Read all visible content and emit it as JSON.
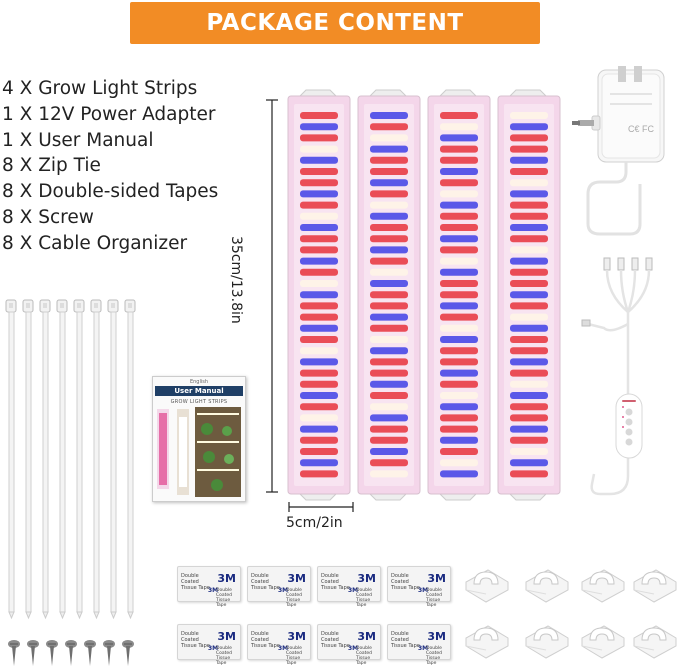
{
  "banner": {
    "title": "PACKAGE CONTENT"
  },
  "contents": [
    "4 X Grow Light Strips",
    "1 X 12V Power Adapter",
    "1 X User Manual",
    "8 X Zip Tie",
    "8 X Double-sided Tapes",
    "8 X Screw",
    "8 X Cable Organizer"
  ],
  "dimensions": {
    "length": "35cm/13.8in",
    "width": "5cm/2in"
  },
  "manual": {
    "language": "English",
    "title": "User Manual",
    "subtitle": "GROW LIGHT STRIPS"
  },
  "tape": {
    "brand": "3M",
    "label": "Double Coated Tissue Tape"
  },
  "colors": {
    "banner": "#f28c25",
    "led_red": "#e8323c",
    "led_blue": "#3f3fe6",
    "led_white": "#fff6e6",
    "strip_body": "#f4d6ea"
  },
  "icons": [
    "power-adapter-icon",
    "splitter-cable-icon",
    "controller-icon",
    "zip-tie-icon",
    "screw-icon",
    "cable-clip-icon"
  ]
}
